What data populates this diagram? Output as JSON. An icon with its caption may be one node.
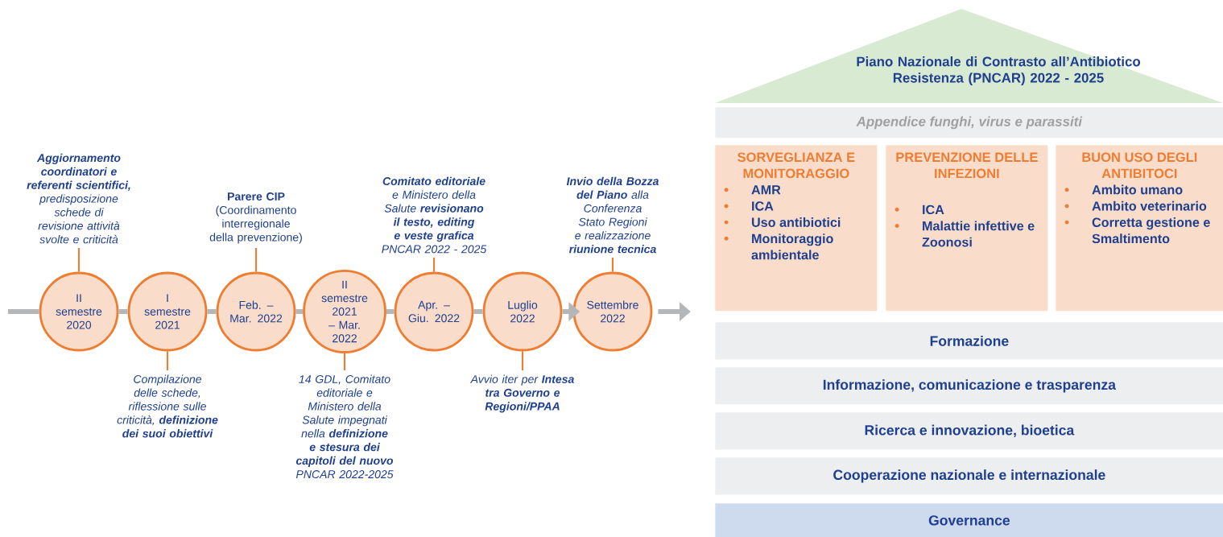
{
  "diagram": {
    "nodes": [
      {
        "text": [
          "II semestre 2020"
        ]
      },
      {
        "text": [
          "I semestre 2021"
        ]
      },
      {
        "text": [
          "Feb. – Mar. 2022"
        ]
      },
      {
        "text": [
          "II semestre 2021 – Mar. 2022"
        ]
      },
      {
        "text": [
          "Apr. – Giu. 2022"
        ]
      },
      {
        "text": [
          "Luglio 2022"
        ]
      },
      {
        "text": [
          "Settembre 2022"
        ]
      },
      {
        "text": [
          "**Aggiornamento coordinatori e referenti scientifici,** predisposizione schede di revisione attività svolte e criticità"
        ]
      },
      {
        "text": [
          "Compilazione delle schede, riflessione sulle criticità, **definizione dei suoi obiettivi**"
        ]
      },
      {
        "text": [
          "**Parere CIP** (Coordinamento interregionale della prevenzione)"
        ]
      },
      {
        "text": [
          "14 GDL, Comitato editoriale e Ministero della Salute impegnati nella **definizione e stesura dei capitoli del nuovo** PNCAR 2022-2025"
        ]
      },
      {
        "text": [
          "**Comitato editoriale** e Ministero della Salute **revisionano il testo, editing e veste grafica** PNCAR 2022 - 2025"
        ]
      },
      {
        "text": [
          "Avvio iter per **Intesa tra Governo e Regioni/PPAA**"
        ]
      },
      {
        "text": [
          "**Invio della Bozza del Piano** alla Conferenza Stato Regioni e realizzazione **riunione tecnica**"
        ]
      },
      {
        "text": [
          "Piano Nazionale di Contrasto all’Antibiotico Resistenza (PNCAR) 2022 - 2025"
        ]
      },
      {
        "text": [
          "Appendice funghi, virus e parassiti"
        ]
      },
      {
        "text": [
          "SORVEGLIANZA E MONITORAGGIO",
          "AMR",
          "ICA",
          "Uso antibiotici",
          "Monitoraggio ambientale"
        ]
      },
      {
        "text": [
          "PREVENZIONE DELLE INFEZIONI",
          "ICA",
          "Malattie infettive e Zoonosi"
        ]
      },
      {
        "text": [
          "BUON USO DEGLI ANTIBITOCI",
          "Ambito umano",
          "Ambito veterinario",
          "Corretta gestione e Smaltimento"
        ]
      },
      {
        "text": [
          "Formazione"
        ]
      },
      {
        "text": [
          "Informazione, comunicazione e trasparenza"
        ]
      },
      {
        "text": [
          "Ricerca e innovazione, bioetica"
        ]
      },
      {
        "text": [
          "Cooperazione nazionale e internazionale"
        ]
      },
      {
        "text": [
          "Governance"
        ]
      }
    ],
    "edges": [
      {
        "from": null,
        "to": 0,
        "arrow": "none"
      },
      {
        "from": 0,
        "to": 1,
        "arrow": "none"
      },
      {
        "from": 1,
        "to": 2,
        "arrow": "none"
      },
      {
        "from": 2,
        "to": 3,
        "arrow": "none"
      },
      {
        "from": 3,
        "to": 4,
        "arrow": "none"
      },
      {
        "from": 4,
        "to": 5,
        "arrow": "none"
      },
      {
        "from": 5,
        "to": 6,
        "arrow": "to"
      },
      {
        "from": 6,
        "to": null,
        "arrow": "to"
      },
      {
        "from": 7,
        "to": 0,
        "arrow": "none",
        "color": "#ef7d31"
      },
      {
        "from": 8,
        "to": 1,
        "arrow": "none",
        "color": "#ef7d31"
      },
      {
        "from": 9,
        "to": 2,
        "arrow": "none",
        "color": "#ef7d31"
      },
      {
        "from": 10,
        "to": 3,
        "arrow": "none",
        "color": "#ef7d31"
      },
      {
        "from": 11,
        "to": 4,
        "arrow": "none",
        "color": "#ef7d31"
      },
      {
        "from": 12,
        "to": 5,
        "arrow": "none",
        "color": "#ef7d31"
      },
      {
        "from": 13,
        "to": 6,
        "arrow": "none",
        "color": "#ef7d31"
      }
    ]
  }
}
